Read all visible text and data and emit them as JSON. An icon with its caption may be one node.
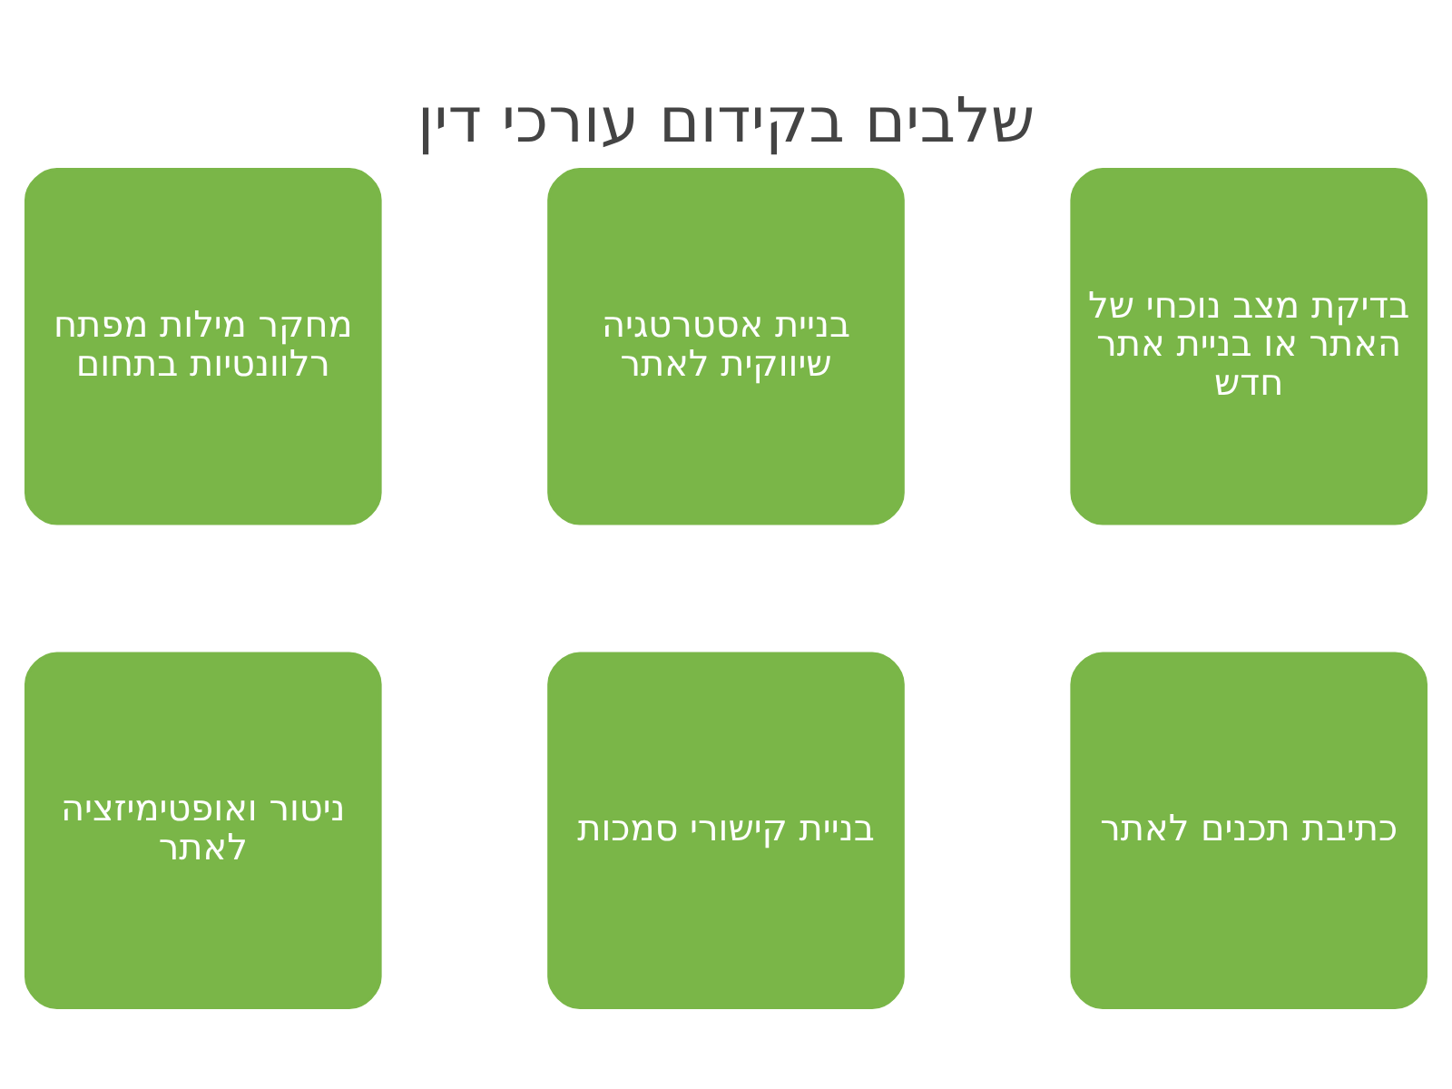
{
  "diagram": {
    "title": "שלבים בקידום עורכי דין",
    "nodes": [
      {
        "text": [
          "בדיקת מצב נוכחי של האתר או בניית אתר חדש"
        ]
      },
      {
        "text": [
          "בניית אסטרטגיה שיווקית לאתר"
        ]
      },
      {
        "text": [
          "מחקר מילות מפתח רלוונטיות בתחום"
        ]
      },
      {
        "text": [
          "כתיבת תכנים לאתר"
        ]
      },
      {
        "text": [
          "בניית קישורי סמכות"
        ]
      },
      {
        "text": [
          "ניטור ואופטימיזציה לאתר"
        ]
      }
    ],
    "edges": []
  }
}
